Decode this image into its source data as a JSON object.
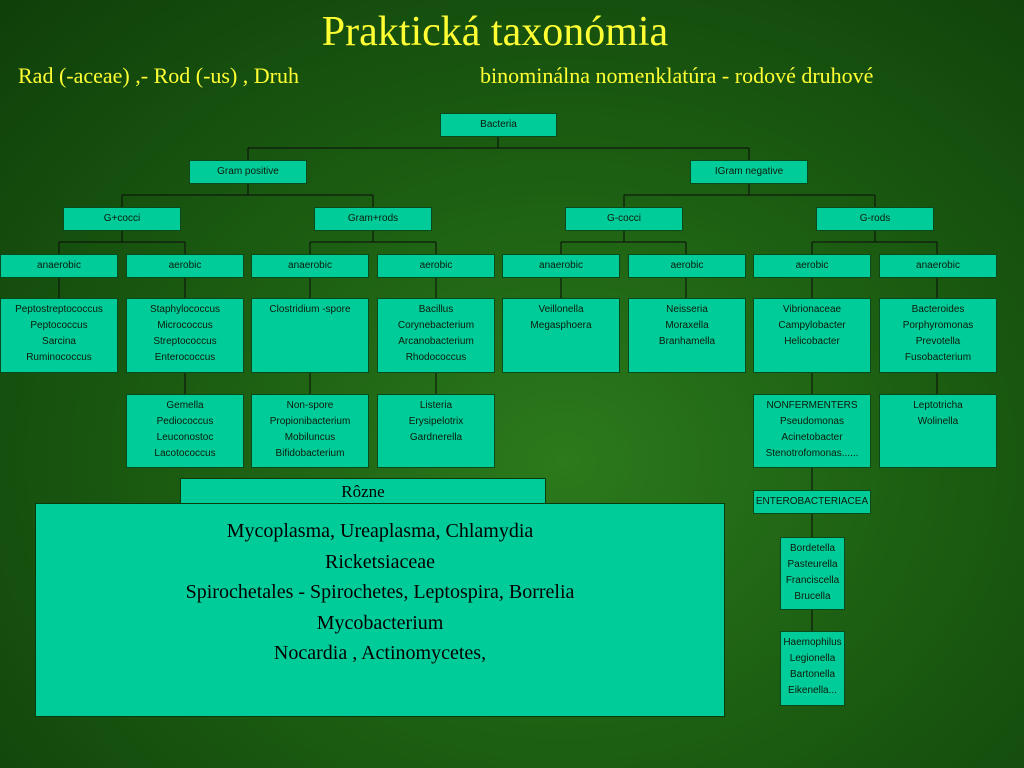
{
  "title": "Praktická taxonómia",
  "subtitle_left": "Rad (-aceae) ,- Rod (-us) , Druh",
  "subtitle_right": "binominálna nomenklatúra - rodové druhové",
  "nodes": {
    "bacteria": "Bacteria",
    "gram_positive": "Gram positive",
    "gram_negative": "IGram negative",
    "gpos_cocci": "G+cocci",
    "gpos_rods": "Gram+rods",
    "gneg_cocci": "G-cocci",
    "gneg_rods": "G-rods",
    "l1": "anaerobic",
    "l2": "aerobic",
    "l3": "anaerobic",
    "l4": "aerobic",
    "l5": "anaerobic",
    "l6": "aerobic",
    "l7": "aerobic",
    "l8": "anaerobic"
  },
  "lists": {
    "r1": [
      "Peptostreptococcus",
      "Peptococcus",
      "Sarcina",
      "Ruminococcus"
    ],
    "r2": [
      "Staphylococcus",
      "Micrococcus",
      "Streptococcus",
      "Enterococcus"
    ],
    "r3": [
      "Clostridium -spore"
    ],
    "r4": [
      "Bacillus",
      "Corynebacterium",
      "Arcanobacterium",
      "Rhodococcus"
    ],
    "r5": [
      "Veillonella",
      "Megasphoera"
    ],
    "r6": [
      "Neisseria",
      "Moraxella",
      "Branhamella"
    ],
    "r7": [
      "Vibrionaceae",
      "Campylobacter",
      "Helicobacter"
    ],
    "r8": [
      "Bacteroides",
      "Porphyromonas",
      "Prevotella",
      "Fusobacterium"
    ],
    "s2": [
      "Gemella",
      "Pediococcus",
      "Leuconostoc",
      "Lacotococcus"
    ],
    "s3": [
      "Non-spore",
      "Propionibacterium",
      "Mobiluncus",
      "Bifidobacterium"
    ],
    "s4": [
      "Listeria",
      "Erysipelotrix",
      "Gardnerella"
    ],
    "s7": [
      "NONFERMENTERS",
      "Pseudomonas",
      "Acinetobacter",
      "Stenotrofomonas......"
    ],
    "s8": [
      "Leptotricha",
      "Wolinella"
    ],
    "t1": [
      "Bordetella",
      "Pasteurella",
      "Franciscella",
      "Brucella"
    ],
    "t2": [
      "Haemophilus",
      "Legionella",
      "Bartonella",
      "Eikenella..."
    ]
  },
  "enterobacteriaceae": "ENTEROBACTERIACEA",
  "rozne": "Rôzne",
  "misc": [
    "Mycoplasma, Ureaplasma, Chlamydia",
    "Ricketsiaceae",
    "Spirochetales - Spirochetes, Leptospira, Borrelia",
    "Mycobacterium",
    "Nocardia , Actinomycetes,"
  ]
}
